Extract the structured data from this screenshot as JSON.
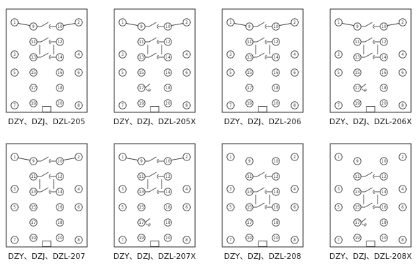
{
  "page": {
    "background": "#ffffff",
    "line_color": "#3a3a3a",
    "text_color": "#111111"
  },
  "panel_template": {
    "edge_left": [
      "1",
      "3",
      "5",
      "7"
    ],
    "edge_right": [
      "2",
      "4",
      "6",
      "8"
    ],
    "inner_left": [
      "9",
      "11",
      "13",
      "15",
      "17",
      "19"
    ],
    "inner_right": [
      "10",
      "12",
      "14",
      "16",
      "18",
      "20"
    ],
    "p_mark": "P"
  },
  "panels": [
    {
      "label": "DZY、DZJ、DZL-205",
      "contact_rows": [
        0,
        1,
        2
      ],
      "links": [
        [
          1,
          2
        ]
      ],
      "p_row": null
    },
    {
      "label": "DZY、DZJ、DZL-205X",
      "contact_rows": [
        0,
        1,
        2
      ],
      "links": [
        [
          1,
          2
        ]
      ],
      "p_row": 4
    },
    {
      "label": "DZY、DZJ、DZL-206",
      "contact_rows": [
        0,
        1,
        2
      ],
      "links": [
        [
          1,
          2
        ]
      ],
      "p_row": null
    },
    {
      "label": "DZY、DZJ、DZL-206X",
      "contact_rows": [
        0,
        1,
        2
      ],
      "links": [
        [
          1,
          2
        ]
      ],
      "p_row": 4
    },
    {
      "label": "DZY、DZJ、DZL-207",
      "contact_rows": [
        0,
        1,
        2
      ],
      "links": [
        [
          1,
          2
        ]
      ],
      "p_row": null
    },
    {
      "label": "DZY、DZJ、DZL-207X",
      "contact_rows": [
        0,
        1,
        2
      ],
      "links": [
        [
          1,
          2
        ]
      ],
      "p_row": 4
    },
    {
      "label": "DZY、DZJ、DZL-208",
      "contact_rows": [
        1,
        2,
        3
      ],
      "links": [
        [
          2,
          3
        ]
      ],
      "p_row": null
    },
    {
      "label": "DZY、DZJ、DZL-208X",
      "contact_rows": [
        1,
        2,
        3
      ],
      "links": [
        [
          2,
          3
        ]
      ],
      "p_row": 4
    }
  ]
}
